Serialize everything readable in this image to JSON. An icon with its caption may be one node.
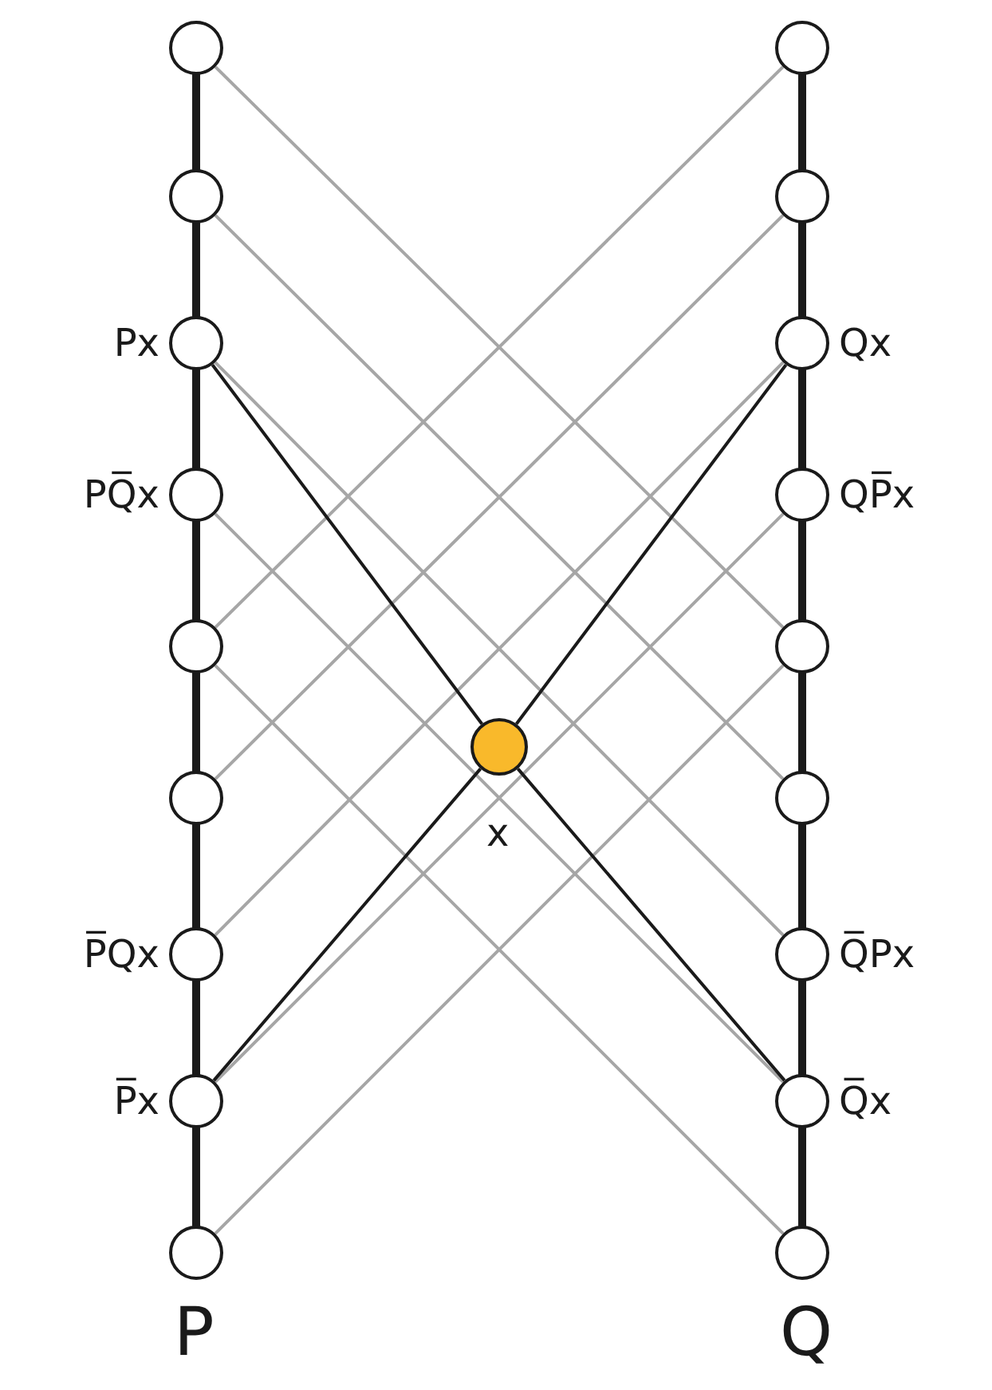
{
  "diagram": {
    "nodes": [
      {
        "text": [],
        "shape": "circle"
      },
      {
        "text": [],
        "shape": "circle"
      },
      {
        "text": [],
        "shape": "circle",
        "beside": [
          "Px"
        ]
      },
      {
        "text": [],
        "shape": "circle",
        "beside": [
          "PQ̅x"
        ]
      },
      {
        "text": [],
        "shape": "circle"
      },
      {
        "text": [],
        "shape": "circle"
      },
      {
        "text": [],
        "shape": "circle",
        "beside": [
          "P̅Qx"
        ]
      },
      {
        "text": [],
        "shape": "circle",
        "beside": [
          "P̅x"
        ]
      },
      {
        "text": [],
        "shape": "circle"
      },
      {
        "text": [],
        "shape": "circle"
      },
      {
        "text": [],
        "shape": "circle"
      },
      {
        "text": [],
        "shape": "circle",
        "beside": [
          "Qx"
        ]
      },
      {
        "text": [],
        "shape": "circle",
        "beside": [
          "QP̅x"
        ]
      },
      {
        "text": [],
        "shape": "circle"
      },
      {
        "text": [],
        "shape": "circle"
      },
      {
        "text": [],
        "shape": "circle",
        "beside": [
          "Q̅Px"
        ]
      },
      {
        "text": [],
        "shape": "circle",
        "beside": [
          "Q̅x"
        ]
      },
      {
        "text": [],
        "shape": "circle"
      },
      {
        "text": [],
        "shape": "circle",
        "beside": [
          "x"
        ]
      }
    ],
    "edges": [
      {
        "from": 0,
        "to": 13,
        "arrow": "none",
        "color": "#a6a6a6"
      },
      {
        "from": 1,
        "to": 14,
        "arrow": "none",
        "color": "#a6a6a6"
      },
      {
        "from": 2,
        "to": 15,
        "arrow": "none",
        "color": "#a6a6a6"
      },
      {
        "from": 3,
        "to": 16,
        "arrow": "none",
        "color": "#a6a6a6"
      },
      {
        "from": 4,
        "to": 17,
        "arrow": "none",
        "color": "#a6a6a6"
      },
      {
        "from": 9,
        "to": 4,
        "arrow": "none",
        "color": "#a6a6a6"
      },
      {
        "from": 10,
        "to": 5,
        "arrow": "none",
        "color": "#a6a6a6"
      },
      {
        "from": 11,
        "to": 6,
        "arrow": "none",
        "color": "#a6a6a6"
      },
      {
        "from": 12,
        "to": 7,
        "arrow": "none",
        "color": "#a6a6a6"
      },
      {
        "from": 13,
        "to": 8,
        "arrow": "none",
        "color": "#a6a6a6"
      },
      {
        "from": 2,
        "to": 18,
        "arrow": "none",
        "color": "#1a1a1a"
      },
      {
        "from": 18,
        "to": 16,
        "arrow": "none",
        "color": "#1a1a1a"
      },
      {
        "from": 11,
        "to": 18,
        "arrow": "none",
        "color": "#1a1a1a"
      },
      {
        "from": 18,
        "to": 7,
        "arrow": "none",
        "color": "#1a1a1a"
      }
    ],
    "labels": [
      "P",
      "Q"
    ]
  }
}
